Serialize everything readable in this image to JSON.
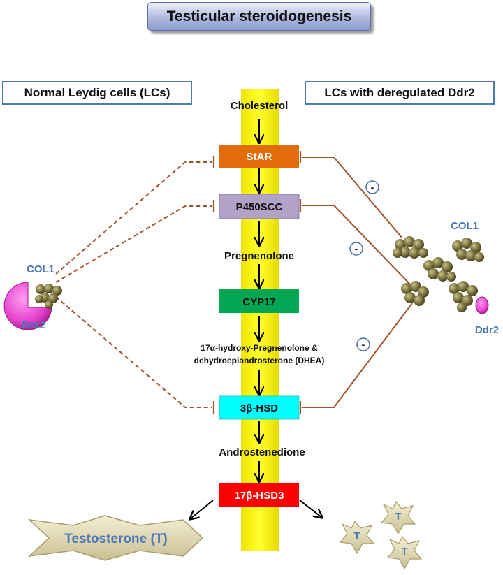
{
  "title": "Testicular steroidogenesis",
  "left_panel": {
    "heading": "Normal Leydig cells (LCs)",
    "col1": "COL1",
    "ddr2": "Ddr2"
  },
  "right_panel": {
    "heading": "LCs with deregulated Ddr2",
    "col1": "COL1",
    "ddr2": "Ddr2",
    "inhibit_sign": "-"
  },
  "pathway": {
    "cholesterol": "Cholesterol",
    "star": "StAR",
    "p450scc": "P450SCC",
    "pregnenolone": "Pregnenolone",
    "cyp17": "CYP17",
    "intermediate_line1": "17α-hydroxy-Pregnenolone &",
    "intermediate_line2": "dehydroepiandrosterone (DHEA)",
    "hsd3b": "3β-HSD",
    "androstenedione": "Androstenedione",
    "hsd17b3": "17β-HSD3",
    "testosterone": "Testosterone (T)",
    "t_symbol": "T"
  },
  "colors": {
    "column": "#ffff00",
    "star": "#e26b0a",
    "p450scc": "#b3a2c7",
    "cyp17": "#00a651",
    "hsd3b": "#00ffff",
    "hsd17b3": "#ff0000",
    "inhibit_line": "#a0522d",
    "label_blue": "#4a78b8",
    "ddr2_magenta": "#e040c8"
  }
}
